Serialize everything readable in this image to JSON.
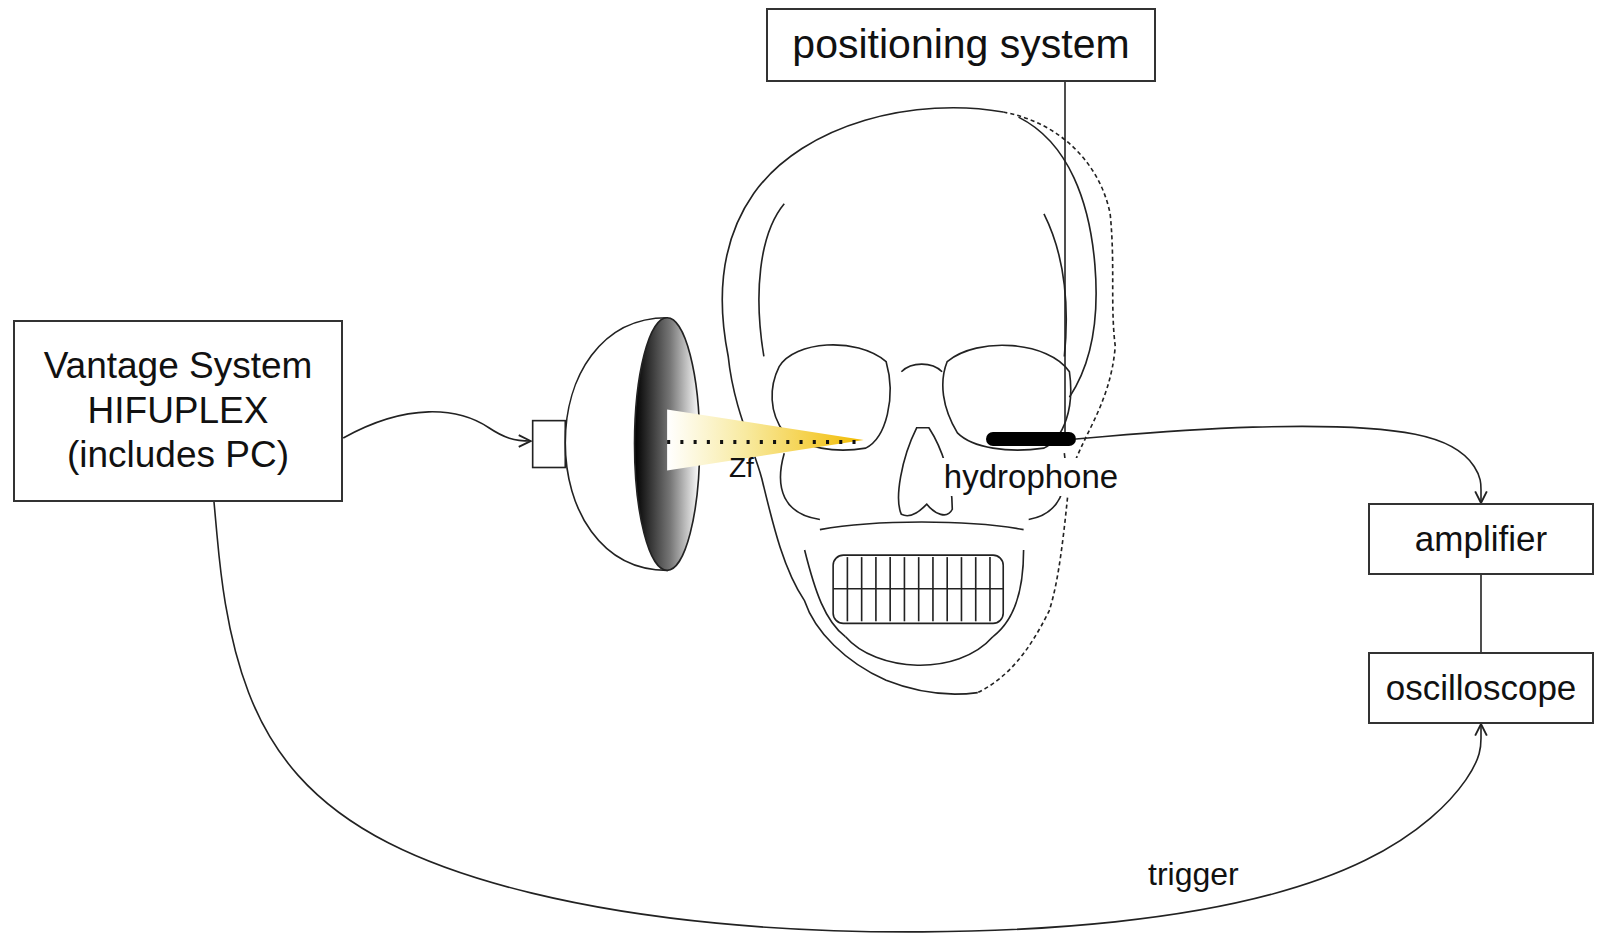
{
  "diagram": {
    "nodes": [
      {
        "text": [
          "positioning system"
        ]
      },
      {
        "text": [
          "Vantage System HIFUPLEX (includes PC)"
        ]
      },
      {
        "text": [
          "hydrophone"
        ]
      },
      {
        "text": [
          "amplifier"
        ]
      },
      {
        "text": [
          "oscilloscope"
        ]
      }
    ],
    "edges": [
      {
        "from": 0,
        "to": 2,
        "arrow": "none"
      },
      {
        "from": 2,
        "to": 3,
        "arrow": "to"
      },
      {
        "from": 3,
        "to": 4,
        "arrow": "none"
      },
      {
        "from": 1,
        "to": 4,
        "label": "trigger",
        "arrow": "to"
      }
    ],
    "labels": [
      "Zf"
    ]
  }
}
